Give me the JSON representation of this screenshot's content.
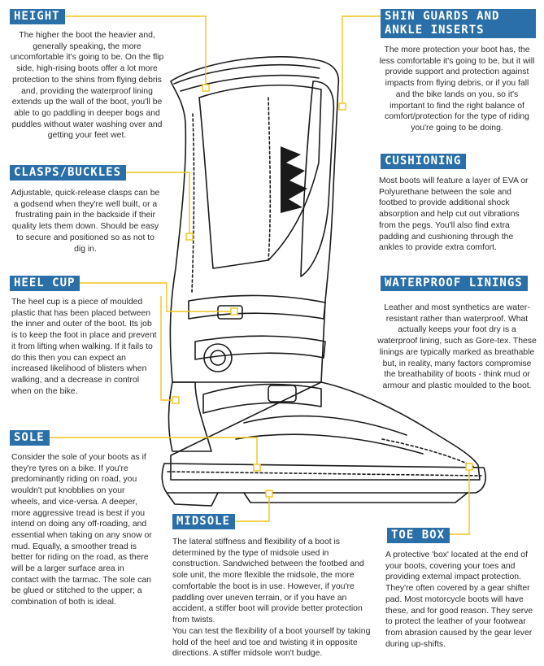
{
  "sections": {
    "height": {
      "title": "HEIGHT",
      "body": "The higher the boot the heavier and, generally speaking, the more uncomfortable it's going to be. On the flip side, high-rising boots offer a lot more protection to the shins from flying debris and, providing the waterproof lining extends up the wall of the boot, you'll be able to go paddling in deeper bogs and puddles without water washing over and getting your feet wet."
    },
    "clasps": {
      "title": "CLASPS/BUCKLES",
      "body": "Adjustable, quick-release clasps can be a godsend when they're well built, or a frustrating pain in the backside if their quality lets them down. Should be easy to secure and positioned so as not to dig in."
    },
    "heel_cup": {
      "title": "HEEL CUP",
      "body": "The heel cup is a piece of moulded plastic that has been placed between the inner and outer of the boot. Its job is to keep the foot in place and prevent it from lifting when walking. If it fails to do this then you can expect an increased likelihood of blisters when walking, and a decrease in control when on the bike."
    },
    "sole": {
      "title": "SOLE",
      "body": "Consider the sole of your boots as if they're tyres on a bike. If you're predominantly riding on road, you wouldn't put knobblies on your wheels, and vice-versa. A deeper, more aggressive tread is best if you intend on doing any off-roading, and essential when taking on any snow or mud. Equally, a smoother tread is better for riding on the road, as there will be a larger surface area in contact with the tarmac. The sole can be glued or stitched to the upper; a combination of both is ideal."
    },
    "midsole": {
      "title": "MIDSOLE",
      "body": "The lateral stiffness and flexibility of a boot is determined by the type of midsole used in construction. Sandwiched between the footbed and sole unit, the more flexible the midsole, the more comfortable the boot is in use. However, if you're paddling over uneven terrain, or if you have an accident, a stiffer boot will provide better protection from twists.",
      "body2": "You can test the flexibility of a boot yourself by taking hold of the heel and toe and twisting it in opposite directions. A stiffer midsole won't budge."
    },
    "shin": {
      "title": "SHIN GUARDS AND ANKLE INSERTS",
      "body": "The more protection your boot has, the less comfortable it's going to be, but it will provide support and protection against impacts from flying debris, or if you fall and the bike lands on you, so it's important to find the right balance of comfort/protection for the type of riding you're going to be doing."
    },
    "cushioning": {
      "title": "CUSHIONING",
      "body": "Most boots will feature a layer of EVA or Polyurethane between the sole and footbed to provide additional shock absorption and help cut out vibrations from the pegs. You'll also find extra padding and cushioning through the ankles to provide extra comfort."
    },
    "waterproof": {
      "title": "WATERPROOF LININGS",
      "body": "Leather and most synthetics are water-resistant rather than waterproof. What actually keeps your foot dry is a waterproof lining, such as Gore-tex. These linings are typically marked as breathable but, in reality, many factors compromise the breathability of boots - think mud or armour and plastic moulded to the boot."
    },
    "toe_box": {
      "title": "TOE BOX",
      "body": "A protective 'box' located at the end of your boots, covering your toes and providing external impact protection. They're often covered by a gear shifter pad. Most motorcycle boots will have these, and for good reason. They serve to protect the leather of your footwear from abrasion caused by the gear lever during up-shifts."
    }
  },
  "colors": {
    "accent": "#2b6fa8",
    "leader": "#f0c419",
    "text": "#2b2b2b"
  }
}
